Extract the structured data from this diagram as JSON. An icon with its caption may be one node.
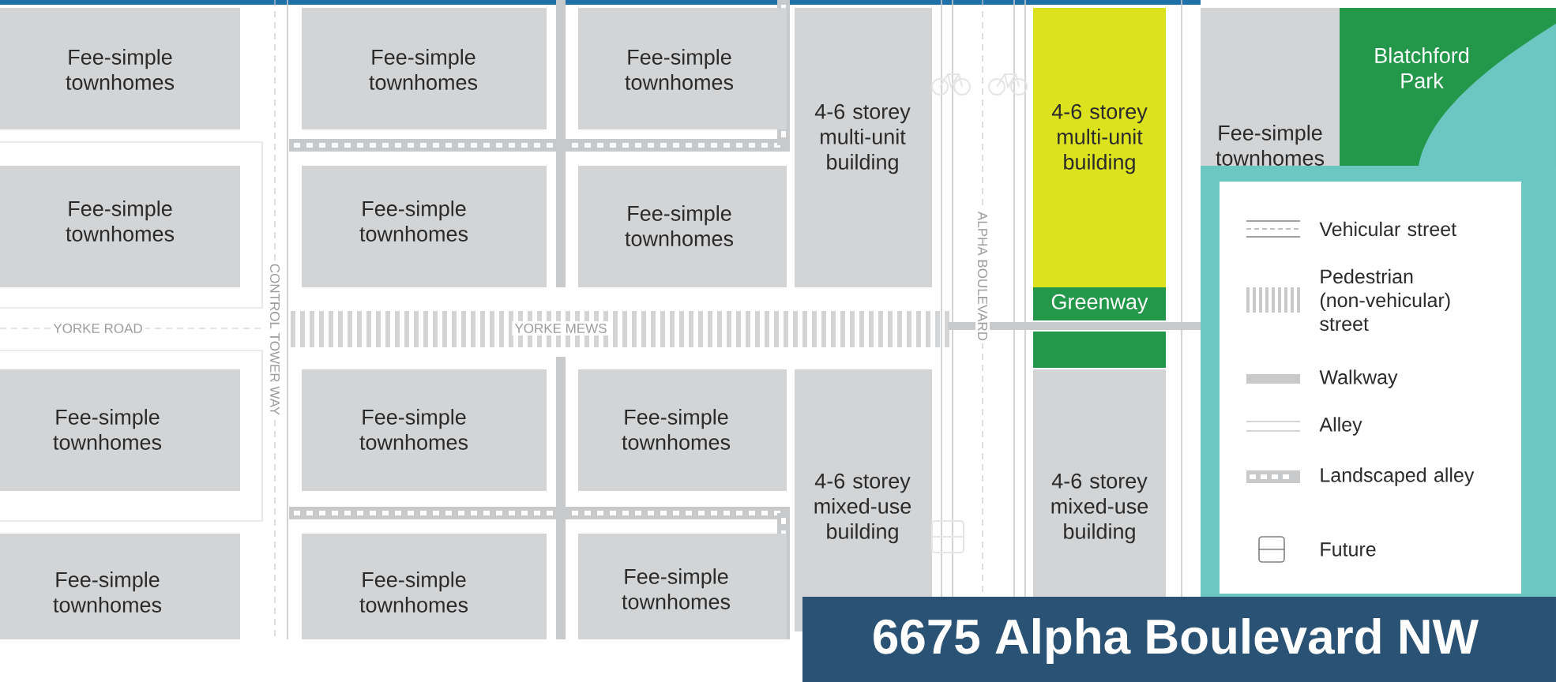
{
  "diagram": {
    "title": "6675 Alpha Boulevard NW",
    "nodes": [
      {
        "text": [
          "Fee-simple townhomes"
        ]
      },
      {
        "text": [
          "Fee-simple townhomes"
        ]
      },
      {
        "text": [
          "Fee-simple townhomes"
        ]
      },
      {
        "text": [
          "4-6 storey multi-unit building"
        ]
      },
      {
        "text": [
          "4-6 storey multi-unit building"
        ]
      },
      {
        "text": [
          "Fee-simple townhomes"
        ]
      },
      {
        "text": [
          "Blatchford Park"
        ]
      },
      {
        "text": [
          "Fee-simple townhomes"
        ]
      },
      {
        "text": [
          "Fee-simple townhomes"
        ]
      },
      {
        "text": [
          "Fee-simple townhomes"
        ]
      },
      {
        "text": [
          "Greenway"
        ]
      },
      {
        "text": [],
        "shape": "bar"
      },
      {
        "text": [
          "Fee-simple townhomes"
        ]
      },
      {
        "text": [
          "Fee-simple townhomes"
        ]
      },
      {
        "text": [
          "Fee-simple townhomes"
        ]
      },
      {
        "text": [
          "4-6 storey mixed-use building"
        ]
      },
      {
        "text": [
          "4-6 storey mixed-use building"
        ]
      },
      {
        "text": [
          "Fee-simple townhomes"
        ]
      },
      {
        "text": [
          "Fee-simple townhomes"
        ]
      },
      {
        "text": [
          "Fee-simple townhomes"
        ]
      }
    ],
    "edges": [],
    "labels": [
      "YORKE ROAD",
      "CONTROL TOWER WAY",
      "YORKE MEWS",
      "ALPHA BOULEVARD"
    ],
    "legend": [
      {
        "text": "Vehicular street"
      },
      {
        "text": "Pedestrian (non-vehicular) street"
      },
      {
        "text": "Walkway"
      },
      {
        "text": "Alley"
      },
      {
        "text": "Landscaped alley"
      },
      {
        "text": "Future"
      }
    ]
  }
}
